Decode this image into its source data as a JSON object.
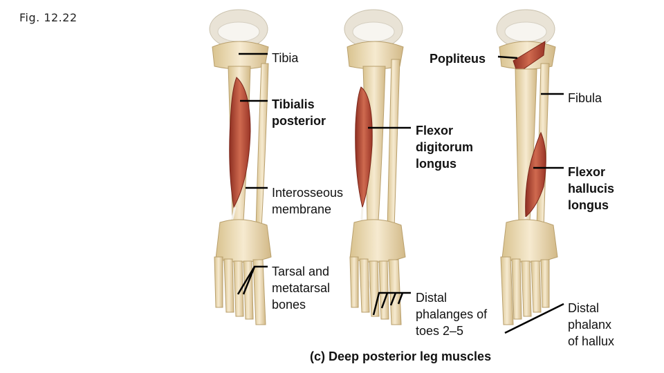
{
  "figure_label": "Fig. 12.22",
  "caption": "(c) Deep posterior leg muscles",
  "labels": {
    "tibia": [
      "Tibia"
    ],
    "tibialis_posterior": [
      "Tibialis",
      "posterior"
    ],
    "interosseous_membrane": [
      "Interosseous",
      "membrane"
    ],
    "tarsal_metatarsal": [
      "Tarsal and",
      "metatarsal",
      "bones"
    ],
    "popliteus": [
      "Popliteus"
    ],
    "flexor_digitorum_longus": [
      "Flexor",
      "digitorum",
      "longus"
    ],
    "distal_phalanges_toes": [
      "Distal",
      "phalanges of",
      "toes 2–5"
    ],
    "fibula": [
      "Fibula"
    ],
    "flexor_hallucis_longus": [
      "Flexor",
      "hallucis",
      "longus"
    ],
    "distal_phalanx_hallux": [
      "Distal",
      "phalanx",
      "of hallux"
    ]
  },
  "colors": {
    "bone": "#f0e2bf",
    "bone_shade": "#d9c38f",
    "muscle": "#c0543a",
    "muscle_dark": "#8e2f22",
    "tendon": "#f4f1ea",
    "leader": "#000000"
  }
}
